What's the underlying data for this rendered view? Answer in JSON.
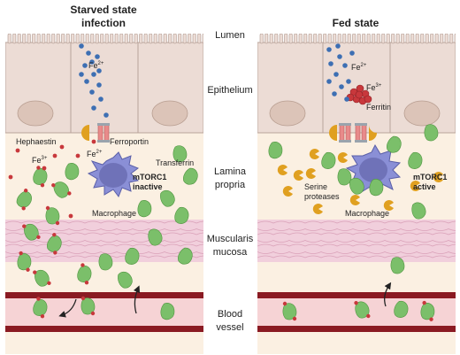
{
  "panels": {
    "left": {
      "title_line1": "Starved state",
      "title_line2": "infection"
    },
    "right": {
      "title": "Fed state"
    }
  },
  "regions": {
    "lumen": "Lumen",
    "epithelium": "Epithelium",
    "lamina_line1": "Lamina",
    "lamina_line2": "propria",
    "muscularis_line1": "Muscularis",
    "muscularis_line2": "mucosa",
    "blood_line1": "Blood",
    "blood_line2": "vessel"
  },
  "labels": {
    "fe2_left": "Fe",
    "fe2_left_sup": "2+",
    "fe3_left": "Fe",
    "fe3_left_sup": "3+",
    "fe4_left": "Fe",
    "fe4_left_sup": "2+",
    "hephaestin": "Hephaestin",
    "ferroportin": "Ferroportin",
    "transferrin": "Transferrin",
    "mtorc1_left_line1": "mTORC1",
    "mtorc1_left_line2": "inactive",
    "macrophage_left": "Macrophage",
    "fe2_right": "Fe",
    "fe2_right_sup": "2+",
    "fe3_right": "Fe",
    "fe3_right_sup": "3+",
    "ferritin": "Ferritin",
    "serine_line1": "Serine",
    "serine_line2": "proteases",
    "mtorc1_right_line1": "mTORC1",
    "mtorc1_right_line2": "active",
    "macrophage_right": "Macrophage"
  },
  "colors": {
    "epithelium": "#ecdcd5",
    "nucleus": "#dcc4b8",
    "lamina": "#fbf0e2",
    "muscle": "#f1cfdc",
    "muscle_line": "#d596b0",
    "vessel_wall": "#8a1a22",
    "vessel_lumen": "#f6d3d5",
    "iron_blue": "#3d6fb3",
    "iron_red": "#c8383c",
    "transferrin": "#7bbf6a",
    "macrophage": "#8a8fd6",
    "macrophage_nucleus": "#6f72b8",
    "protease": "#e0a020",
    "ferroportin": "#e88a8a"
  }
}
